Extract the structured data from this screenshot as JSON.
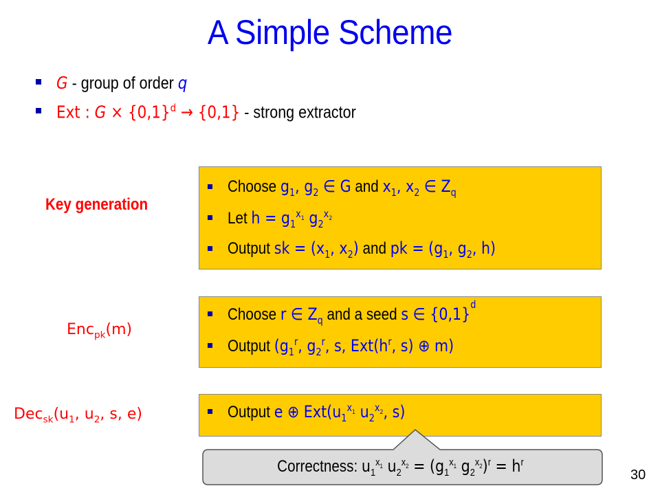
{
  "title": "A Simple Scheme",
  "defs": {
    "g_var": "G",
    "g_text": " - group of order ",
    "q": "q",
    "ext_math_1": "Ext : ",
    "ext_math_G": "G",
    "ext_math_2": " × {0,1}",
    "ext_sup_d": "d",
    "ext_math_3": " → {0,1}",
    "ext_text": " - strong extractor"
  },
  "keygen": {
    "label": "Key generation",
    "line1": {
      "t1": "Choose ",
      "m1": "g",
      "s1": "1",
      "m2": ", g",
      "s2": "2",
      "m3": " ∈ G",
      "t2": " and ",
      "m4": "x",
      "s3": "1",
      "m5": ", x",
      "s4": "2",
      "m6": " ∈ Z",
      "s5": "q"
    },
    "line2": {
      "t1": "Let ",
      "m1": "h = g",
      "s1": "1",
      "sup1": "x",
      "sup1sub": "1",
      "m2": " g",
      "s2": "2",
      "sup2": "x",
      "sup2sub": "2"
    },
    "line3": {
      "t1": "Output ",
      "m1": "sk = (x",
      "s1": "1",
      "m2": ", x",
      "s2": "2",
      "m3": ")",
      "t2": " and ",
      "m4": "pk = (g",
      "s3": "1",
      "m5": ", g",
      "s4": "2",
      "m6": ", h)"
    }
  },
  "enc": {
    "label_main": "Enc",
    "label_sub": "pk",
    "label_arg": "(m)",
    "line1": {
      "t1": "Choose ",
      "m1": "r ∈ Z",
      "s1": "q",
      "t2": " and a seed ",
      "m2": "s ∈ {0,1}",
      "sup1": "d"
    },
    "line2": {
      "t1": "Output ",
      "m1": "(g",
      "s1": "1",
      "sup1": "r",
      "m2": ", g",
      "s2": "2",
      "sup2": "r",
      "m3": ", s, Ext(h",
      "sup3": "r",
      "m4": ", s) ⊕ m)"
    }
  },
  "dec": {
    "label_main": "Dec",
    "label_sub": "sk",
    "label_arg": "(u",
    "s1": "1",
    "arg2": ", u",
    "s2": "2",
    "arg3": ", s, e)",
    "line1": {
      "t1": "Output ",
      "m1": "e ⊕ Ext(u",
      "s1": "1",
      "sup1": "x",
      "sup1sub": "1",
      "m2": " u",
      "s2": "2",
      "sup2": "x",
      "sup2sub": "2",
      "m3": ", s)"
    }
  },
  "correctness": {
    "t1": "Correctness: ",
    "m1": "u",
    "s1": "1",
    "sup1": "x",
    "sup1sub": "1",
    "m2": " u",
    "s2": "2",
    "sup2": "x",
    "sup2sub": "2",
    "m3": " = (g",
    "s3": "1",
    "sup3": "x",
    "sup3sub": "1",
    "m4": " g",
    "s4": "2",
    "sup4": "x",
    "sup4sub": "2",
    "m5": ")",
    "sup5": "r",
    "m6": " = h",
    "sup6": "r"
  },
  "page_number": "30",
  "colors": {
    "title": "#0000ee",
    "math": "#0000ee",
    "label": "#ff0000",
    "box": "#ffcc00",
    "bullet": "#0000aa"
  }
}
